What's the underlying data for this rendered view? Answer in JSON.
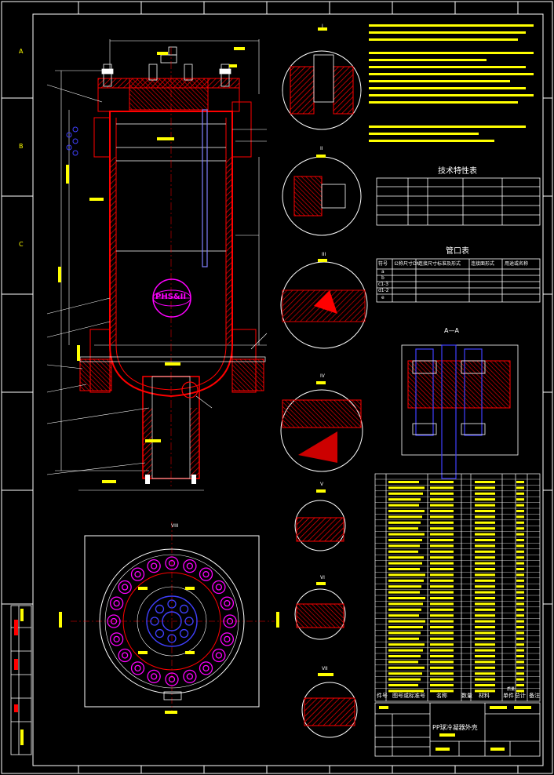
{
  "drawing": {
    "logo_text": "PHS&II",
    "detail_labels": [
      "I",
      "II",
      "III",
      "IV",
      "V",
      "VI",
      "VII",
      "VIII"
    ],
    "section_label": "A—A",
    "zone_letters": [
      "A",
      "B",
      "C"
    ],
    "tables": {
      "tech_char_title": "技术特性表",
      "nozzle_title": "管口表",
      "nozzle_headers": [
        "符号",
        "公称尺寸DN",
        "连接尺寸标准及形式",
        "连接面形式",
        "用途或名称"
      ],
      "nozzle_symbols": [
        "a",
        "b",
        "c1-3",
        "d1-2",
        "e"
      ]
    },
    "bom_footer": [
      "件号",
      "图号或标准号",
      "名称",
      "数量",
      "材料",
      "单件",
      "总计",
      "质量",
      "备注"
    ],
    "title_block": {
      "title": "PP球冷凝器外壳"
    }
  },
  "colors": {
    "background": "#000000",
    "frame": "#ffffff",
    "vessel": "#ff0000",
    "hatch": "#ff0000",
    "text": "#ffff00",
    "accent_magenta": "#ff00ff",
    "accent_blue": "#4040ff",
    "accent_cyan": "#00ffff"
  }
}
